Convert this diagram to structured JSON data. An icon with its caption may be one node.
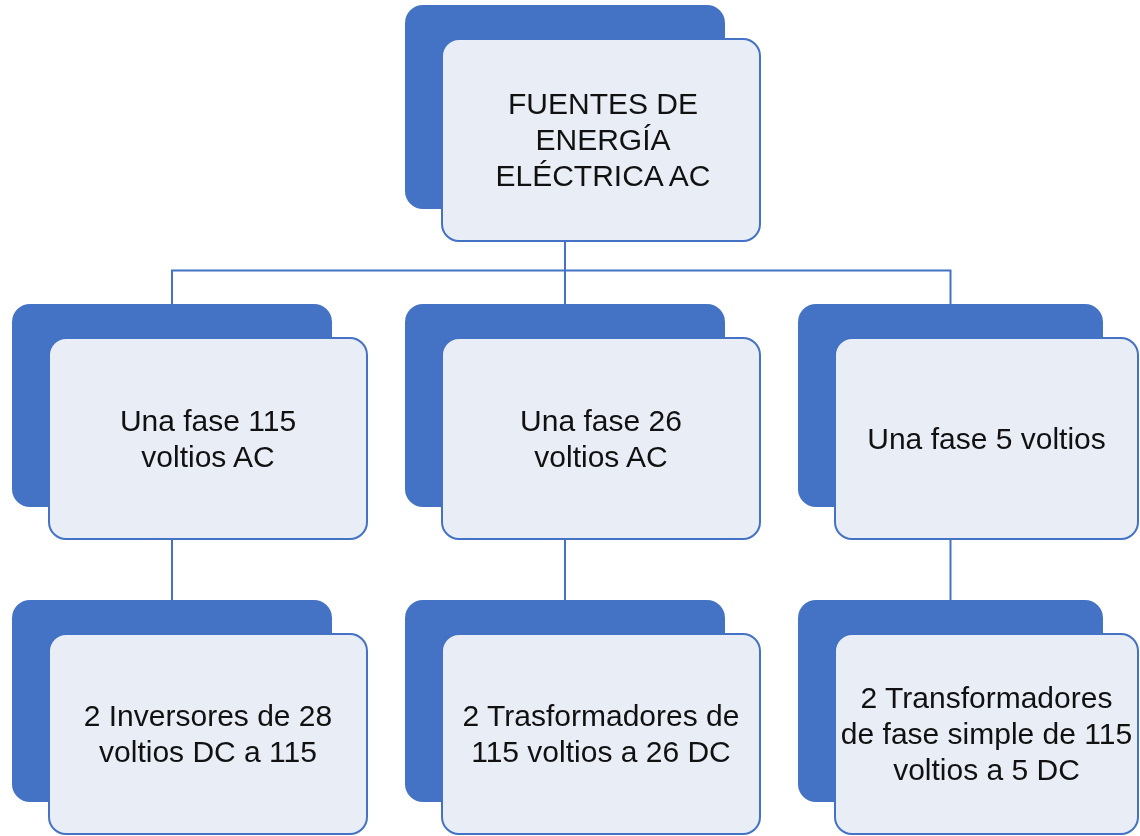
{
  "diagram": {
    "nodes": [
      {
        "text": [
          "FUENTES DE ENERGÍA ELÉCTRICA AC"
        ]
      },
      {
        "text": [
          "Una fase 115 voltios AC"
        ]
      },
      {
        "text": [
          "Una fase 26 voltios AC"
        ]
      },
      {
        "text": [
          "Una fase 5 voltios"
        ]
      },
      {
        "text": [
          "2 Inversores de 28 voltios DC a 115"
        ]
      },
      {
        "text": [
          "2 Trasformadores de 115 voltios a 26 DC"
        ]
      },
      {
        "text": [
          "2 Transformadores de fase simple de 115 voltios a 5 DC"
        ]
      }
    ],
    "edges": [
      {
        "from": 0,
        "to": 1,
        "arrow": "none"
      },
      {
        "from": 0,
        "to": 2,
        "arrow": "none"
      },
      {
        "from": 0,
        "to": 3,
        "arrow": "none"
      },
      {
        "from": 1,
        "to": 4,
        "arrow": "none"
      },
      {
        "from": 2,
        "to": 5,
        "arrow": "none"
      },
      {
        "from": 3,
        "to": 6,
        "arrow": "none"
      }
    ]
  }
}
